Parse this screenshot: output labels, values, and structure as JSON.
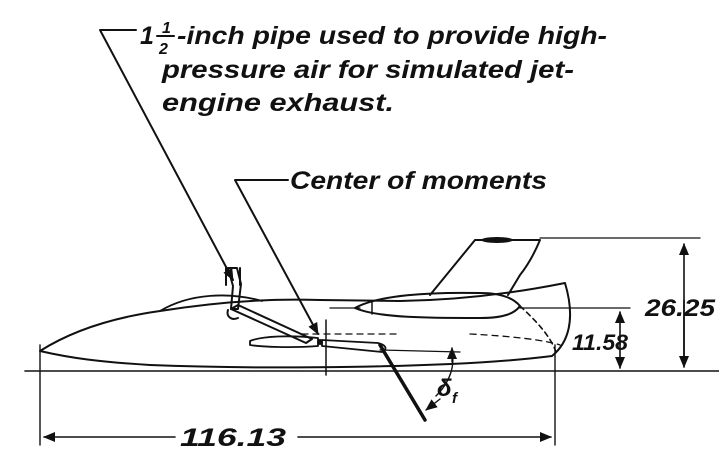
{
  "pipe_callout": {
    "whole": "1",
    "fraction_num": "1",
    "fraction_den": "2",
    "line1": "-inch pipe used to provide high-",
    "line2": "pressure air for simulated jet-",
    "line3": "engine exhaust."
  },
  "moments_callout": {
    "label": "Center of moments"
  },
  "dimensions": {
    "tail_height": "26.25",
    "nacelle_height": "11.58",
    "length": "116.13"
  },
  "flap": {
    "symbol": "δ",
    "subscript": "f"
  },
  "colors": {
    "ink": "#111111",
    "background": "#ffffff"
  }
}
